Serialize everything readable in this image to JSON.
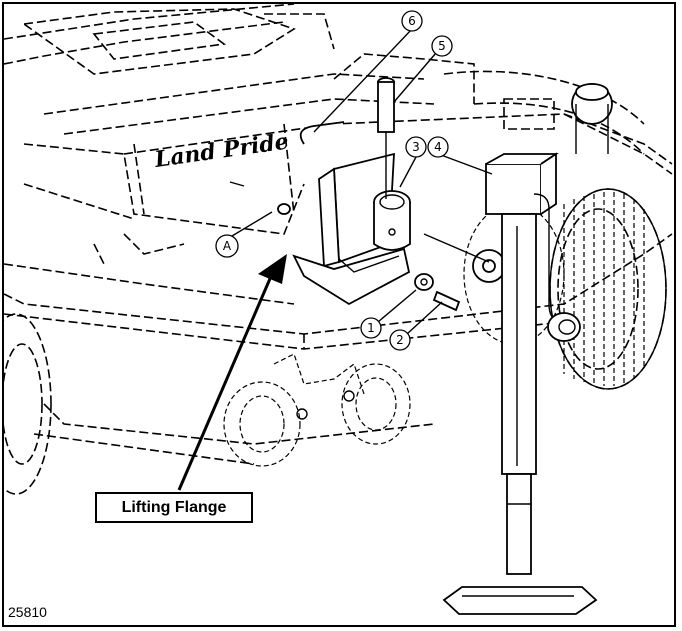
{
  "figure": {
    "figure_number": "25810",
    "lifting_flange_label": "Lifting Flange",
    "brand_text": "Land Pride",
    "callouts": [
      "1",
      "2",
      "3",
      "4",
      "5",
      "6",
      "A"
    ]
  }
}
